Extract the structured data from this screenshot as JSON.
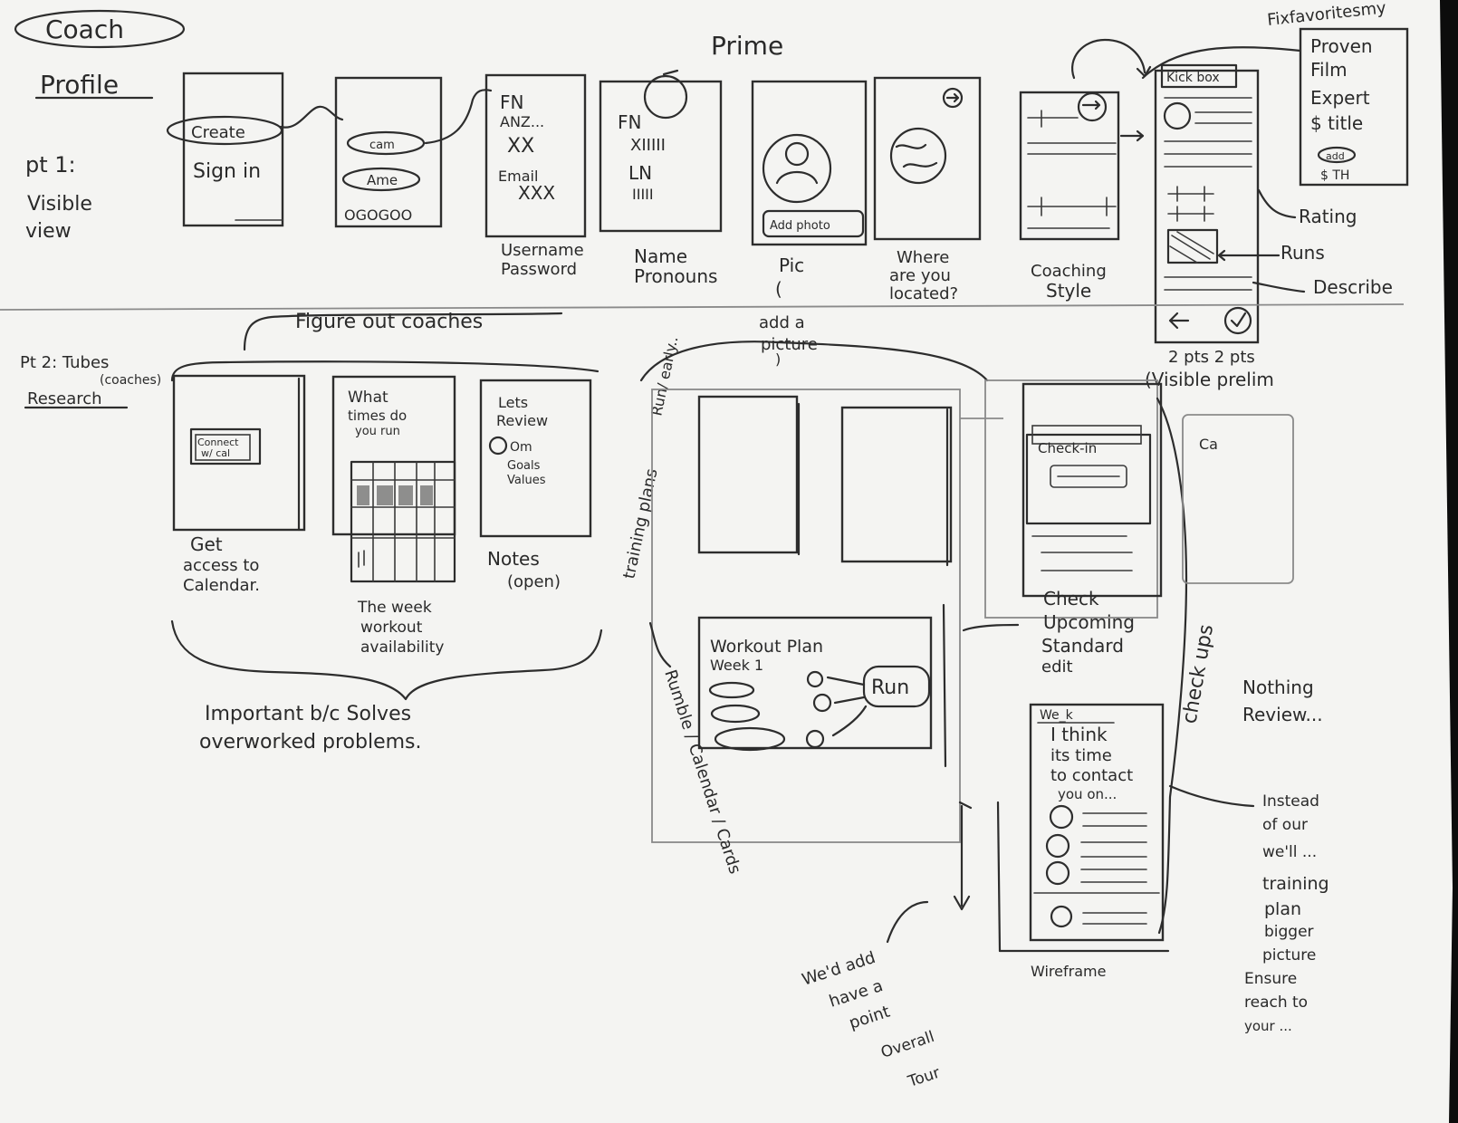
{
  "header": {
    "coach": "Coach",
    "profile": "Profile",
    "pt1": "pt 1:",
    "visible1": "Visible",
    "visible2": "view",
    "prime": "Prime",
    "favorites_top": "Fixfavoritesmy"
  },
  "row1": {
    "create": "Create",
    "signin": "Sign in",
    "cam": "cam",
    "ame": "Ame",
    "dots": "OGOGOO",
    "fn": "FN",
    "fn_scribble": "ANZ...",
    "xx": "XX",
    "email": "Email",
    "xxx": "XXX",
    "fn2": "FN",
    "fn2_line": "XIIIII",
    "ln": "LN",
    "ln_line": "IIIII",
    "add_button": "Add photo",
    "lbl_username1": "Username",
    "lbl_username2": "Password",
    "lbl_name1": "Name",
    "lbl_name2": "Pronouns",
    "lbl_pic1": "Pic",
    "lbl_pic2": "(",
    "lbl_pic3": "add a",
    "lbl_pic4": "picture",
    "lbl_pic5": ")",
    "lbl_where1": "Where",
    "lbl_where2": "are you",
    "lbl_where3": "located?",
    "lbl_coaching1": "Coaching",
    "lbl_coaching2": "Style",
    "right_header": "Kick box",
    "panel_line1": "Proven",
    "panel_line2": "Film",
    "panel_line3": "Expert",
    "panel_line4": "$ title",
    "panel_btn": "add",
    "panel_line5": "$ TH",
    "ann_rating": "Rating",
    "ann_runs": "Runs",
    "ann_describe": "Describe",
    "lbl_pt": "2 pts  2 pts",
    "lbl_visible": "(Visible prelim"
  },
  "row2": {
    "title": "Figure out coaches",
    "pt2_1": "Pt 2: Tubes",
    "pt2_2": "(coaches)",
    "pt2_3": "Research",
    "screen1_btn1": "Connect",
    "screen1_btn2": "w/ cal",
    "screen2_t1": "What",
    "screen2_t2": "times do",
    "screen2_t3": "you run",
    "screen3_t1": "Lets",
    "screen3_t2": "Review",
    "screen3_t3": "Om",
    "screen3_t4": "Goals",
    "screen3_t5": "Values",
    "lbl_get1": "Get",
    "lbl_get2": "access to",
    "lbl_get3": "Calendar.",
    "lbl_what1": "The week",
    "lbl_what2": "workout",
    "lbl_what3": "availability",
    "lbl_notes1": "Notes",
    "lbl_notes2": "(open)",
    "important1": "Important b/c Solves",
    "important2": "overworked problems."
  },
  "center": {
    "side1": "training plans",
    "side2": "Run/ early..",
    "workout1": "Workout Plan",
    "workout2": "Week 1",
    "run": "Run",
    "side3": "Rumble / Calendar / Cards",
    "bottom1": "We'd add",
    "bottom2": "have a",
    "bottom3": "point",
    "bottom4": "Overall",
    "bottom5": "Tour"
  },
  "right": {
    "checkin": "Check-in",
    "chk_line1": "Check",
    "chk_line2": "Upcoming",
    "chk_line3": "Standard",
    "chk_line4": "edit",
    "checkups": "check ups",
    "week_label": "We_k",
    "ithink1": "I think",
    "ithink2": "its time",
    "ithink3": "to contact",
    "ithink4": "you on...",
    "nothing1": "Nothing",
    "nothing2": "Review...",
    "wireframe": "Wireframe",
    "inst1": "Instead",
    "inst2": "of our",
    "inst3": "we'll ...",
    "inst4": "training",
    "inst5": "plan",
    "inst6": "bigger",
    "inst7": "picture",
    "inst8": "Ensure",
    "inst9": "reach to",
    "inst10": "your ...",
    "small_screen": "Ca"
  }
}
